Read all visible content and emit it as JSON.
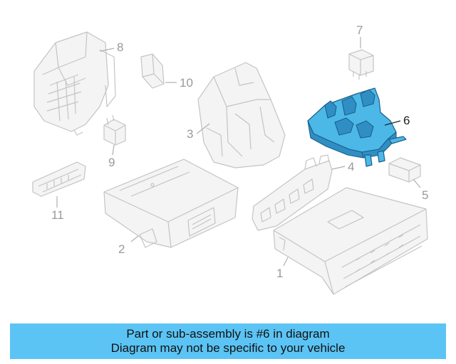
{
  "callouts": [
    {
      "id": "1",
      "label": "1"
    },
    {
      "id": "2",
      "label": "2"
    },
    {
      "id": "3",
      "label": "3"
    },
    {
      "id": "4",
      "label": "4"
    },
    {
      "id": "5",
      "label": "5"
    },
    {
      "id": "6",
      "label": "6"
    },
    {
      "id": "7",
      "label": "7"
    },
    {
      "id": "8",
      "label": "8"
    },
    {
      "id": "9",
      "label": "9"
    },
    {
      "id": "10",
      "label": "10"
    },
    {
      "id": "11",
      "label": "11"
    }
  ],
  "highlight_color": "#4cb8e8",
  "banner": {
    "line1": "Part or sub-assembly is #6 in diagram",
    "line2": "Diagram may not be specific to your vehicle",
    "background": "#5bc4f5"
  }
}
